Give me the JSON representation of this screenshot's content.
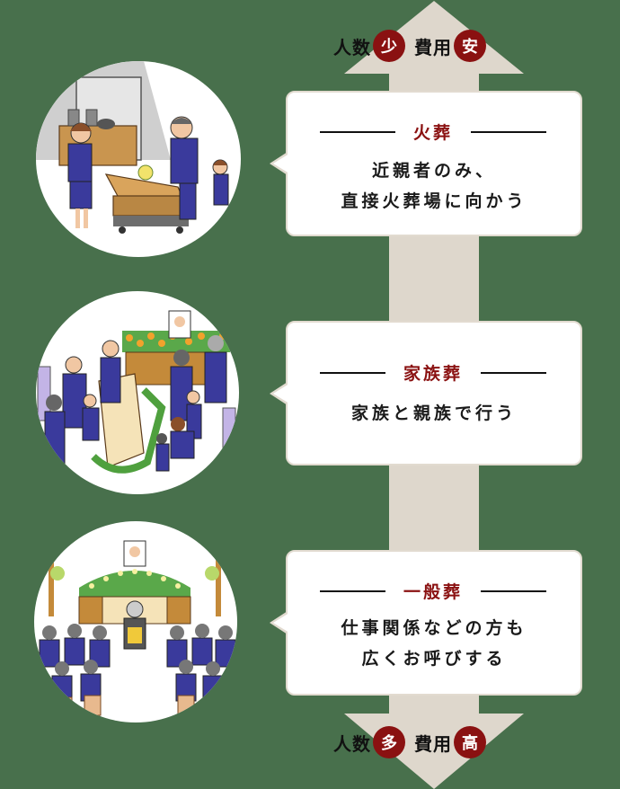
{
  "scale": {
    "top": {
      "people_label": "人数",
      "people_badge": "少",
      "cost_label": "費用",
      "cost_badge": "安"
    },
    "bottom": {
      "people_label": "人数",
      "people_badge": "多",
      "cost_label": "費用",
      "cost_badge": "高"
    }
  },
  "colors": {
    "background": "#48704c",
    "arrow": "#ded7cc",
    "accent_red": "#8a1111",
    "card_border": "#e2dbd0"
  },
  "funerals": [
    {
      "title": "火葬",
      "description_line1": "近親者のみ、",
      "description_line2": "直接火葬場に向かう",
      "illustration": "cremation-illustration"
    },
    {
      "title": "家族葬",
      "description_line1": "家族と親族で行う",
      "illustration": "family-funeral-illustration"
    },
    {
      "title": "一般葬",
      "description_line1": "仕事関係などの方も",
      "description_line2": "広くお呼びする",
      "illustration": "general-funeral-illustration"
    }
  ]
}
